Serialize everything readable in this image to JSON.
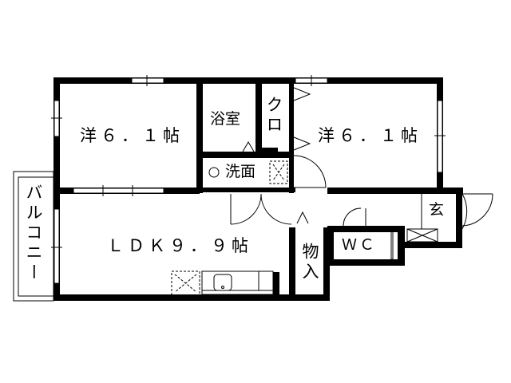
{
  "floorplan": {
    "rooms": [
      {
        "id": "western-room-1",
        "label": "洋６．１帖"
      },
      {
        "id": "bathroom",
        "label": "浴室"
      },
      {
        "id": "closet",
        "label": "クロ"
      },
      {
        "id": "western-room-2",
        "label": "洋６．１帖"
      },
      {
        "id": "washroom",
        "label": "洗面"
      },
      {
        "id": "balcony",
        "label": "バルコニー"
      },
      {
        "id": "ldk",
        "label": "ＬＤＫ９．９帖"
      },
      {
        "id": "storage",
        "label": "物入"
      },
      {
        "id": "toilet",
        "label": "ＷＣ"
      },
      {
        "id": "entrance",
        "label": "玄"
      }
    ],
    "colors": {
      "wall": "#000000",
      "background": "#ffffff"
    }
  }
}
